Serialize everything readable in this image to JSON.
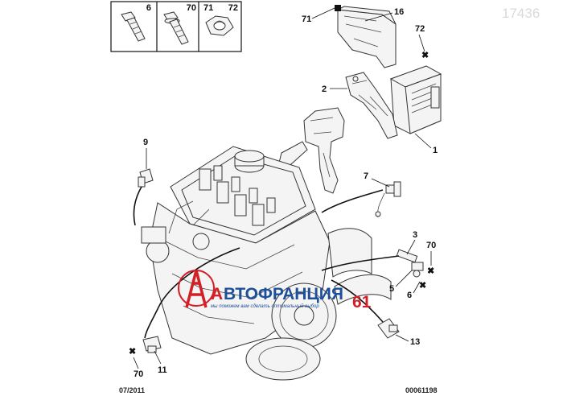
{
  "watermark_id": "17436",
  "date_code": "07/2011",
  "drawing_number": "00061198",
  "inset_labels": [
    "6",
    "70",
    "71",
    "72"
  ],
  "callouts": {
    "c1": "1",
    "c2": "2",
    "c3": "3",
    "c5": "5",
    "c6": "6",
    "c7": "7",
    "c9": "9",
    "c11": "11",
    "c13": "13",
    "c16": "16",
    "c70a": "70",
    "c70b": "70",
    "c71": "71",
    "c72": "72"
  },
  "logo": {
    "brand_prefix": "А",
    "brand_main": "ВТОФРАНЦИЯ",
    "brand_number": "61",
    "tagline": "мы поможем вам сделать оптимальный выбор"
  },
  "colors": {
    "brand_red": "#d41f26",
    "brand_blue": "#1d4f9a",
    "ink": "#111111"
  }
}
